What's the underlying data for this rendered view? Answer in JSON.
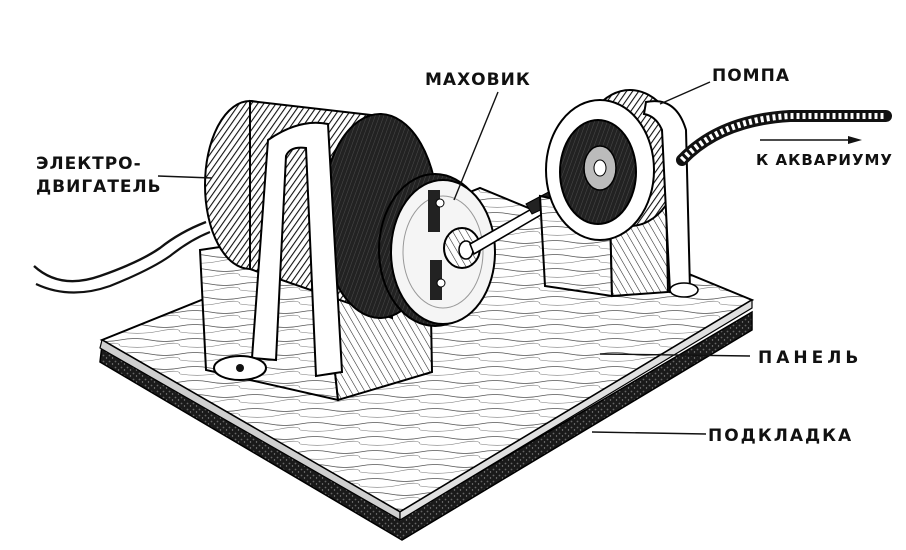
{
  "labels": {
    "motor_line1": "ЭЛЕКТРО-",
    "motor_line2": "ДВИГАТЕЛЬ",
    "flywheel": "МАХОВИК",
    "pump": "ПОМПА",
    "to_aquarium": "К АКВАРИУМУ",
    "panel": "ПАНЕЛЬ",
    "pad": "ПОДКЛАДКА"
  },
  "colors": {
    "ink": "#111111",
    "paper": "#ffffff",
    "wood": "#f3f3f3",
    "felt": "#222222"
  }
}
